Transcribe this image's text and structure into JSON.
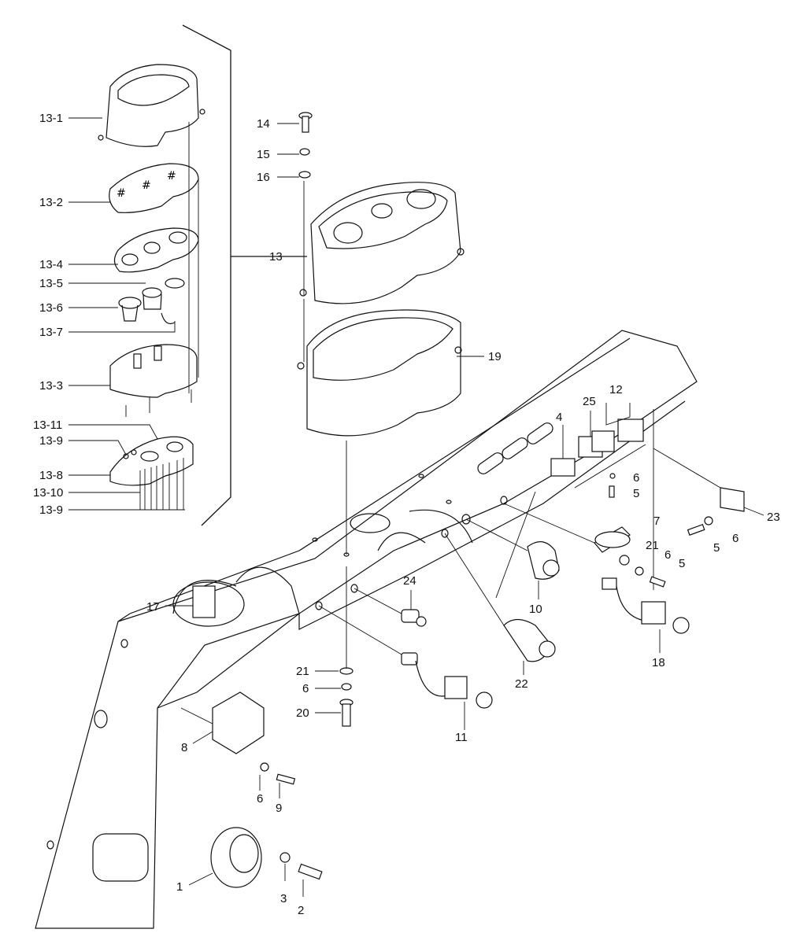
{
  "callouts": {
    "c13_1": "13-1",
    "c13_2": "13-2",
    "c13_4": "13-4",
    "c13_5": "13-5",
    "c13_6": "13-6",
    "c13_7": "13-7",
    "c13_3": "13-3",
    "c13_11": "13-11",
    "c13_9a": "13-9",
    "c13_8": "13-8",
    "c13_10": "13-10",
    "c13_9b": "13-9",
    "c14": "14",
    "c15": "15",
    "c16": "16",
    "c13": "13",
    "c19": "19",
    "c25": "25",
    "c12": "12",
    "c4": "4",
    "c6a": "6",
    "c5a": "5",
    "c23": "23",
    "c7": "7",
    "c5b": "5",
    "c6b": "6",
    "c21a": "21",
    "c6c": "6",
    "c5c": "5",
    "c24": "24",
    "c10": "10",
    "c17": "17",
    "c18": "18",
    "c22": "22",
    "c21b": "21",
    "c6d": "6",
    "c20": "20",
    "c11": "11",
    "c8": "8",
    "c6e": "6",
    "c9": "9",
    "c1": "1",
    "c3": "3",
    "c2": "2"
  }
}
